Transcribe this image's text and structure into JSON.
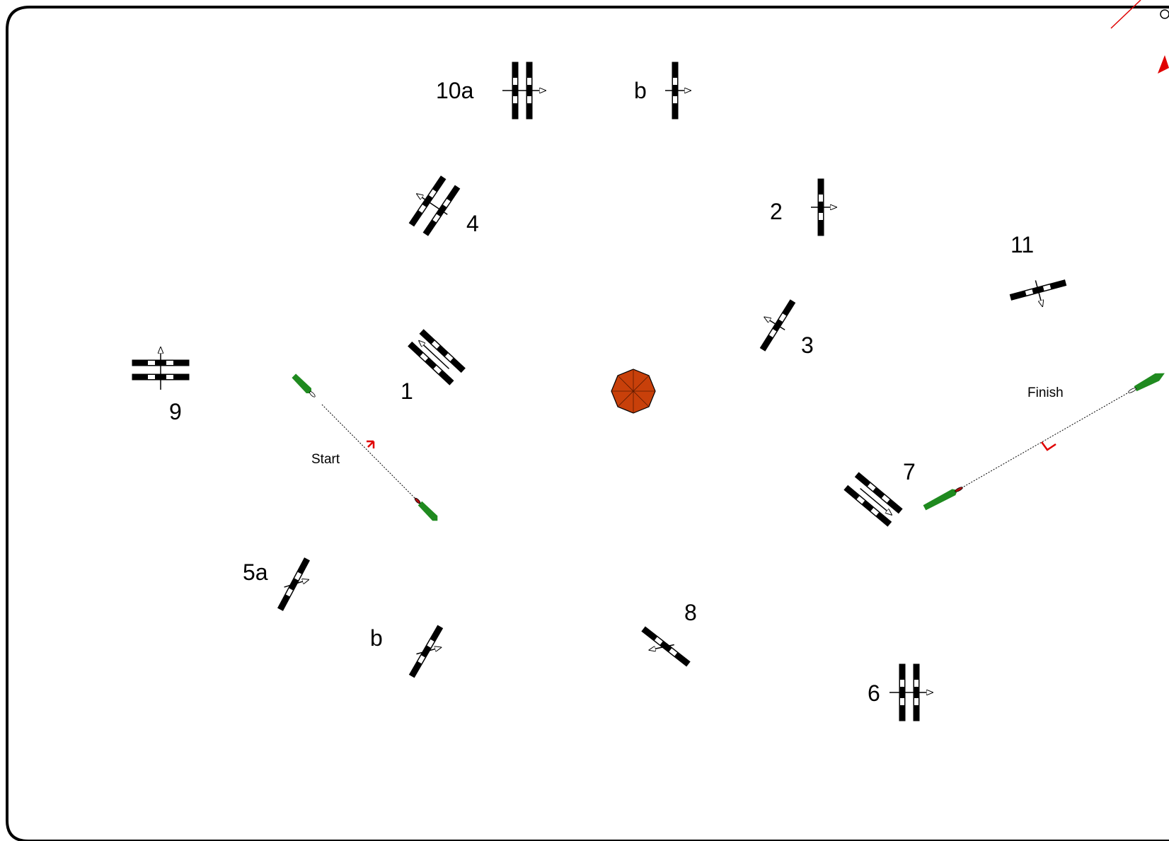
{
  "course": {
    "fences": [
      {
        "id": "f1",
        "label": "1",
        "kind": "oxer"
      },
      {
        "id": "f2",
        "label": "2",
        "kind": "vertical"
      },
      {
        "id": "f3",
        "label": "3",
        "kind": "vertical"
      },
      {
        "id": "f4",
        "label": "4",
        "kind": "oxer"
      },
      {
        "id": "f5a",
        "label": "5a",
        "kind": "vertical"
      },
      {
        "id": "f5b",
        "label": "b",
        "kind": "vertical"
      },
      {
        "id": "f6",
        "label": "6",
        "kind": "oxer"
      },
      {
        "id": "f7",
        "label": "7",
        "kind": "oxer"
      },
      {
        "id": "f8",
        "label": "8",
        "kind": "vertical"
      },
      {
        "id": "f9",
        "label": "9",
        "kind": "oxer"
      },
      {
        "id": "f10a",
        "label": "10a",
        "kind": "oxer"
      },
      {
        "id": "f10b",
        "label": "b",
        "kind": "vertical"
      },
      {
        "id": "f11",
        "label": "11",
        "kind": "vertical"
      }
    ],
    "start": {
      "label": "Start"
    },
    "finish": {
      "label": "Finish"
    },
    "decoration": {
      "name": "umbrella-icon",
      "color": "#c8400a"
    }
  },
  "colors": {
    "pole_dark": "#000000",
    "pole_light": "#ffffff",
    "flag_green": "#1f8a1f",
    "direction_red": "#e00000",
    "arena_border": "#000000"
  }
}
